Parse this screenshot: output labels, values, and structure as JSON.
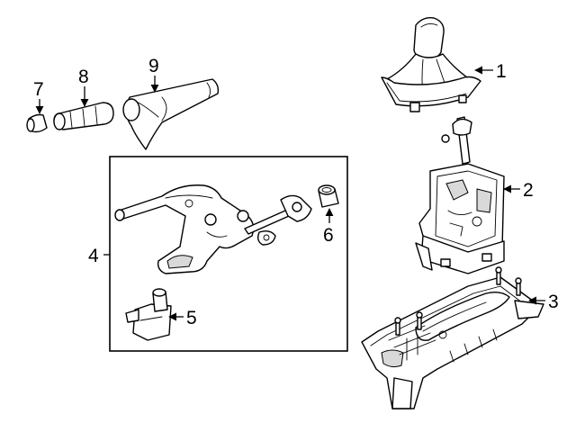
{
  "diagram": {
    "callouts": [
      {
        "id": "1",
        "label": "1"
      },
      {
        "id": "2",
        "label": "2"
      },
      {
        "id": "3",
        "label": "3"
      },
      {
        "id": "4",
        "label": "4"
      },
      {
        "id": "5",
        "label": "5"
      },
      {
        "id": "6",
        "label": "6"
      },
      {
        "id": "7",
        "label": "7"
      },
      {
        "id": "8",
        "label": "8"
      },
      {
        "id": "9",
        "label": "9"
      }
    ]
  },
  "colors": {
    "line": "#000000",
    "background": "#ffffff",
    "shade": "#d9d9d9"
  }
}
